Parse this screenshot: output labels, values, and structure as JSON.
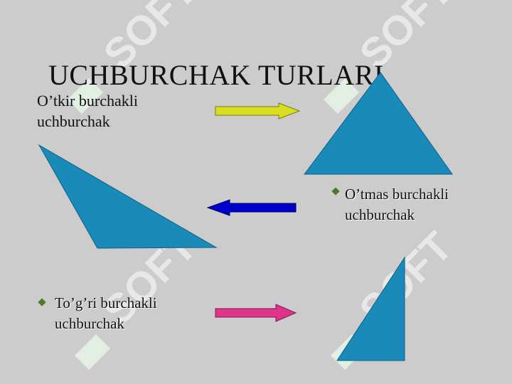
{
  "slide": {
    "title": "UCHBURCHAK TURLARI",
    "acute": {
      "line1": "O’tkir burchakli",
      "line2": "uchburchak"
    },
    "obtuse": {
      "line1": "O’tmas burchakli",
      "line2": "uchburchak"
    },
    "right": {
      "line1": "To’g’ri burchakli",
      "line2": "uchburchak"
    }
  },
  "watermark_text": "SOFT",
  "colors": {
    "background": "#cccccc",
    "triangle_fill": "#1a8ab8",
    "arrow_yellow": "#d9e021",
    "arrow_blue": "#0000cc",
    "arrow_pink": "#e0338a",
    "bullet": "#4d7a2a",
    "watermark": "#ffffff"
  },
  "icons": {
    "arrow_1": "arrow-right-icon",
    "arrow_2": "arrow-left-icon",
    "arrow_3": "arrow-right-icon",
    "bullet": "diamond-bullet-icon"
  }
}
